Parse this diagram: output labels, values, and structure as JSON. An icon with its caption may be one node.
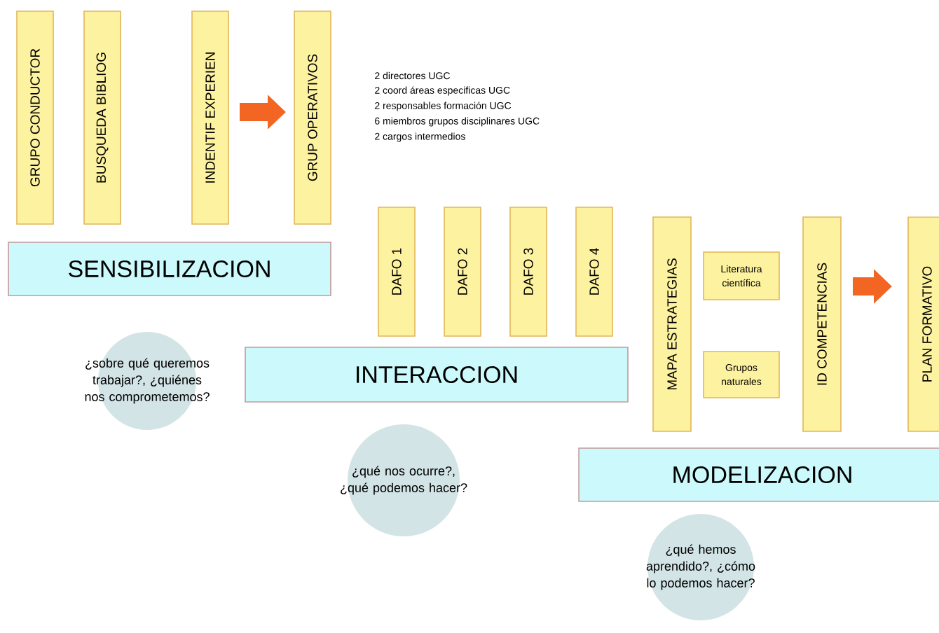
{
  "diagram": {
    "nodes": [
      {
        "text": [
          "GRUPO CONDUCTOR"
        ]
      },
      {
        "text": [
          "BUSQUEDA BIBLIOG"
        ]
      },
      {
        "text": [
          "INDENTIF EXPERIEN"
        ]
      },
      {
        "text": [
          "GRUP OPERATIVOS"
        ]
      },
      {
        "text": [
          "SENSIBILIZACION"
        ]
      },
      {
        "text": [
          "¿sobre qué queremos trabajar?, ¿quiénes nos comprometemos?"
        ]
      },
      {
        "text": [
          "DAFO 1"
        ]
      },
      {
        "text": [
          "DAFO 2"
        ]
      },
      {
        "text": [
          "DAFO 3"
        ]
      },
      {
        "text": [
          "DAFO 4"
        ]
      },
      {
        "text": [
          "INTERACCION"
        ]
      },
      {
        "text": [
          "¿qué nos ocurre?, ¿qué podemos hacer?"
        ]
      },
      {
        "text": [
          "MAPA ESTRATEGIAS"
        ]
      },
      {
        "text": [
          "Literatura científica"
        ]
      },
      {
        "text": [
          "Grupos naturales"
        ]
      },
      {
        "text": [
          "ID COMPETENCIAS"
        ]
      },
      {
        "text": [
          "PLAN FORMATIVO"
        ]
      },
      {
        "text": [
          "MODELIZACION"
        ]
      },
      {
        "text": [
          "¿qué hemos aprendido?, ¿cómo lo podemos hacer?"
        ]
      }
    ],
    "edges": [
      {
        "from": 2,
        "to": 3,
        "arrow": "to"
      },
      {
        "from": 15,
        "to": 16,
        "arrow": "to"
      }
    ],
    "labels": [
      "2 directores UGC",
      "2 coord áreas especificas UGC",
      "2 responsables formación UGC",
      "6 miembros grupos disciplinares UGC",
      "2 cargos intermedios"
    ]
  }
}
